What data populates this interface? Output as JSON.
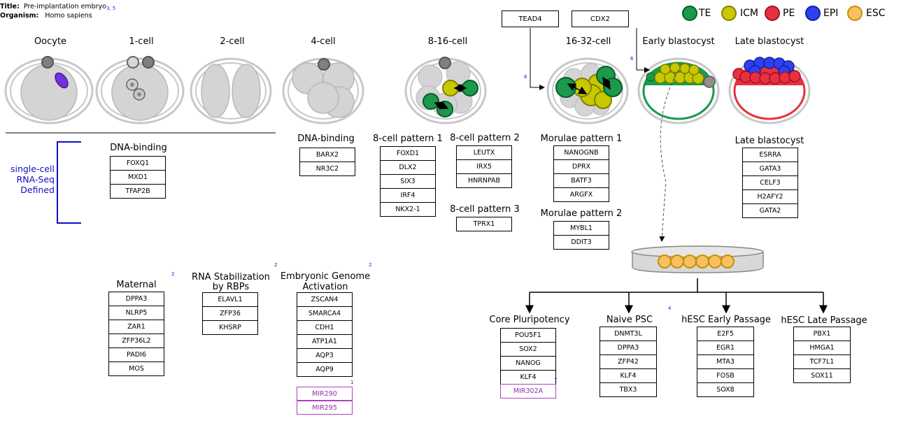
{
  "meta": {
    "title_label": "Title:",
    "title_value": "Pre-implantation embryo",
    "title_refs": "3, 5",
    "organism_label": "Organism:",
    "organism_value": "Homo sapiens"
  },
  "legend": [
    {
      "label": "TE",
      "color": "#1a9a4a"
    },
    {
      "label": "ICM",
      "color": "#c8c800"
    },
    {
      "label": "PE",
      "color": "#e83040"
    },
    {
      "label": "EPI",
      "color": "#3040f0"
    },
    {
      "label": "ESC",
      "color": "#f8c060"
    }
  ],
  "colors": {
    "te": "#1a9a4a",
    "icm": "#c8c800",
    "pe": "#e83040",
    "epi": "#3040f0",
    "esc": "#f8c060",
    "cell": "#d0d0d0",
    "nucleus": "#808080",
    "defined": "#1010c0",
    "mir": "#9030b0"
  },
  "stages": {
    "oocyte": "Oocyte",
    "one_cell": "1-cell",
    "two_cell": "2-cell",
    "four_cell": "4-cell",
    "eight_sixteen": "8-16-cell",
    "sixteen_32": "16-32-cell",
    "early_blastocyst": "Early blastocyst",
    "late_blastocyst": "Late blastocyst"
  },
  "regulators": {
    "tead4": "TEAD4",
    "cdx2": "CDX2",
    "ref_tead4": "6",
    "ref_cdx2": "6"
  },
  "defined_label": [
    "single-cell",
    "RNA-Seq",
    "Defined"
  ],
  "groups": {
    "dna_binding_1": {
      "title": "DNA-binding",
      "genes": [
        "FOXQ1",
        "MXD1",
        "TFAP2B"
      ]
    },
    "dna_binding_4": {
      "title": "DNA-binding",
      "genes": [
        "BARX2",
        "NR3C2"
      ]
    },
    "pattern1": {
      "title": "8-cell pattern 1",
      "genes": [
        "FOXD1",
        "DLX2",
        "SIX3",
        "IRF4",
        "NKX2-1"
      ]
    },
    "pattern2": {
      "title": "8-cell pattern 2",
      "genes": [
        "LEUTX",
        "IRX5",
        "HNRNPAB"
      ]
    },
    "pattern3": {
      "title": "8-cell pattern 3",
      "genes": [
        "TPRX1"
      ]
    },
    "morulae1": {
      "title": "Morulae pattern 1",
      "genes": [
        "NANOGNB",
        "DPRX",
        "BATF3",
        "ARGFX"
      ]
    },
    "morulae2": {
      "title": "Morulae pattern 2",
      "genes": [
        "MYBL1",
        "DDIT3"
      ]
    },
    "late_blast": {
      "title": "Late blastocyst",
      "genes": [
        "ESRRA",
        "GATA3",
        "CELF3",
        "H2AFY2",
        "GATA2"
      ]
    },
    "maternal": {
      "title": "Maternal",
      "ref": "2",
      "genes": [
        "DPPA3",
        "NLRP5",
        "ZAR1",
        "ZFP36L2",
        "PADI6",
        "MOS"
      ]
    },
    "rbp": {
      "title_line1": "RNA Stabilization",
      "title_line2": "by RBPs",
      "ref": "2",
      "genes": [
        "ELAVL1",
        "ZFP36",
        "KHSRP"
      ]
    },
    "ega": {
      "title_line1": "Embryonic Genome",
      "title_line2": "Activation",
      "ref": "2",
      "genes": [
        "ZSCAN4",
        "SMARCA4",
        "CDH1",
        "ATP1A1",
        "AQP3",
        "AQP9"
      ],
      "mirs": [
        "MIR290",
        "MIR295"
      ],
      "mir_ref": "1"
    },
    "core": {
      "title": "Core Pluripotency",
      "genes": [
        "POU5F1",
        "SOX2",
        "NANOG",
        "KLF4"
      ],
      "mirs": [
        "MIR302A"
      ],
      "mir_ref": "7"
    },
    "naive": {
      "title": "Naive PSC",
      "ref": "4",
      "genes": [
        "DNMT3L",
        "DPPA3",
        "ZFP42",
        "KLF4",
        "TBX3"
      ]
    },
    "early_passage": {
      "title": "hESC Early Passage",
      "genes": [
        "E2F5",
        "EGR1",
        "MTA3",
        "FOSB",
        "SOX8"
      ]
    },
    "late_passage": {
      "title": "hESC Late Passage",
      "genes": [
        "PBX1",
        "HMGA1",
        "TCF7L1",
        "SOX11"
      ]
    }
  }
}
